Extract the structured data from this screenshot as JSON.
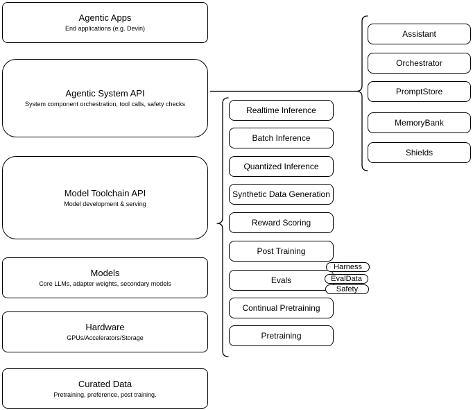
{
  "stack": {
    "layers": [
      {
        "title": "Agentic Apps",
        "subtitle": "End applications (e.g. Devin)"
      },
      {
        "title": "Agentic System API",
        "subtitle": "System component orchestration, tool calls, safety checks"
      },
      {
        "title": "Model Toolchain API",
        "subtitle": "Model development & serving"
      },
      {
        "title": "Models",
        "subtitle": "Core LLMs, adapter weights, secondary models"
      },
      {
        "title": "Hardware",
        "subtitle": "GPUs/Accelerators/Storage"
      },
      {
        "title": "Curated Data",
        "subtitle": "Pretraining, preference, post training."
      }
    ]
  },
  "toolchain": {
    "items": [
      "Realtime Inference",
      "Batch Inference",
      "Quantized Inference",
      "Synthetic Data Generation",
      "Reward Scoring",
      "Post Training",
      "Evals",
      "Continual Pretraining",
      "Pretraining"
    ]
  },
  "eval_components": [
    "Harness",
    "EvalData",
    "Safety"
  ],
  "system_components": [
    "Assistant",
    "Orchestrator",
    "PromptStore",
    "MemoryBank",
    "Shields"
  ],
  "colors": {
    "stroke": "#000000",
    "background": "#ffffff",
    "text": "#000000"
  }
}
